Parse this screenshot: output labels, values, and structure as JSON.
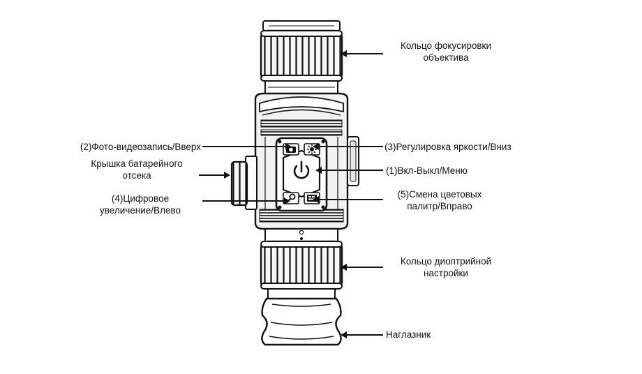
{
  "labels": {
    "focus_ring": [
      "Кольцо фокусировки",
      "объектива"
    ],
    "photo_video": "(2)Фото-видеозапись/Вверх",
    "brightness": "(3)Регулировка яркости/Вниз",
    "battery_cover": [
      "Крышка батарейного",
      "отсека"
    ],
    "power_menu": "(1)Вкл-Выкл/Меню",
    "zoom": [
      "(4)Цифровое",
      "увеличение/Влево"
    ],
    "palette": [
      "(5)Смена цветовых",
      "палитр/Вправо"
    ],
    "diopter_ring": [
      "Кольцо диоптрийной",
      "настройки"
    ],
    "eyecup": "Наглазник"
  },
  "icons": {
    "power": "power-icon",
    "camera": "camera-icon",
    "brightness": "brightness-icon",
    "zoom": "zoom-icon",
    "palette": "palette-icon"
  },
  "colors": {
    "ink": "#111111",
    "body_fill": "#f2f2f2",
    "shade": "#d9d9d9"
  }
}
